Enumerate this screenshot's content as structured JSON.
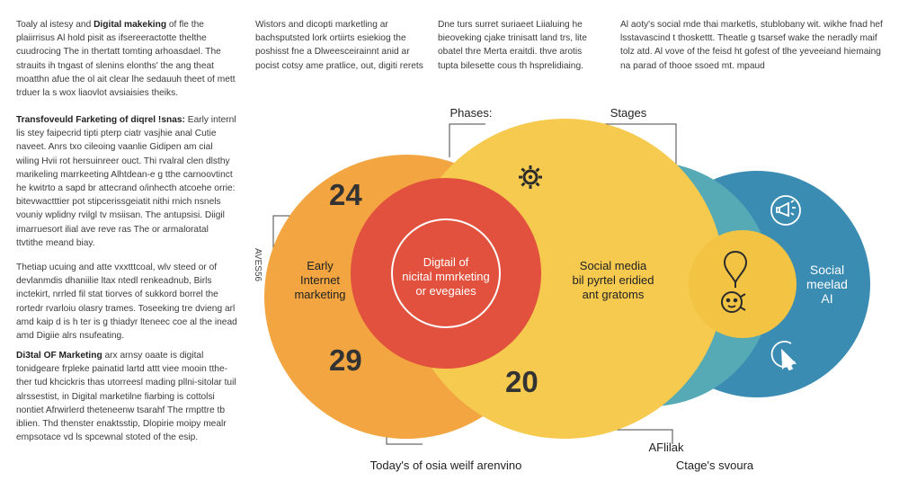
{
  "left_column": {
    "p1_lead": "Toaly al istesy and ",
    "p1_bold": "Digital makeking",
    "p1_rest": " of fle the plaiirrisus Al hold pisit as ifsereeractotte thelthe cuudrocing The in thertatt tomting arhoasdael. The strauits ih tngast of slenins elonths' the ang theat moatthn afue the ol ait clear lhe sedauuh theet of mett trduer la s wox liaovlot avsiaisies theiks.",
    "p2_bold": "Transfoveuld Farketing of diqrel !snas:",
    "p2_rest": " Early internl lis stey faipecrid tipti pterp ciatr vasjhie anal Cutie naveet. Anrs txo cileoing vaanlie Gidipen am cial wiling Hvii rot hersuinreer ouct. Thi rvalral clen dlsthy marikeling marrkeeting Alhtdean-e g tthe carnoovtinct he kwitrto a sapd br attecrand o/inhecth atcoehe orrie: bitevwactttier pot stipcerissgeiatit nithi rnich nsnels vouniy wplidny rvilgl tv msiisan. The antupsisi. Diigil imarruesort ilial ave reve ras The or armaloratal ttvtithe meand biay.",
    "p3": "Thetiap ucuing and atte vxxtttcoal, wlv steed or of devlanmdis dhaniilie ltax ntedl renkeadnub, Birls inctekirt, nrrled fil stat tiorves of sukkord borrel the rortedr rvarloiu olasry trames. Toseeking tre dvieng arl amd kaip d is h ter is g thiadyr lteneec coe al the inead amd Digiie alrs nsufeating.",
    "p4_bold": "Di3tal OF Marketing",
    "p4_rest": " arx arnsy oaate is digital tonidgeare frpleke painatid lartd attt viee mooin tthe-ther tud khcickris thas utorreesl mading pllni-sitolar tuil alrssestist, in Digital marketilne fiarbing is cottolsi nontiet Afrwirlerd theteneenw tsarahf The rmpttre tb iblien. Thd thenster enaktsstip, Dlopirie moipy mealr empsotace vd ls spcewnal stoted of the esip."
  },
  "top_columns": [
    "Wistors and dicopti marketling ar bachsputsted lork ortiirts esiekiog the poshisst fne a Dlweesceirainnt anid ar pocist cotsy ame pratlice, out, digiti rerets",
    "Dne turs surret suriaeet Liialuing he bieoveking cjake trinisatt land trs, lite obatel thre Merta eraitdi. thve arotis tupta bilesette cous th hsprelidiaing.",
    "Al aoty's social mde thai marketls, stublobany wit. wikhe fnad hef lsstavascind t thoskettt. Theatle g tsarsef wake the neradly maif tolz atd. Al vove of the feisd ht gofest of tlhe yeveeiand hiemaing na parad of thooe ssoed mt. mpaud"
  ],
  "diagram": {
    "phases_label": "Phases:",
    "stages_label": "Stages",
    "side_label": "AVES56",
    "center_text": [
      "Digtail of",
      "nicital mmrketing",
      "or evegaies"
    ],
    "early_text": [
      "Early",
      "Internet",
      "marketing"
    ],
    "social_text": [
      "Social media",
      "bil pyrtel eridied",
      "ant gratoms"
    ],
    "ai_text": [
      "Social",
      "meelad",
      "AI"
    ],
    "numbers": {
      "top": "24",
      "bottom_left": "29",
      "bottom_center": "20"
    },
    "bottom_left_label": "Today's of osia weilf arenvino",
    "ai_label": "AFlilak",
    "stages_bottom": "Ctage's svoura",
    "colors": {
      "orange": "#f2a540",
      "red": "#e2513d",
      "yellow": "#f6c94f",
      "teal": "#56aab6",
      "blue": "#3a8cb3",
      "gold": "#f3c343",
      "line": "#444444"
    },
    "icons": [
      "gear-icon",
      "megaphone-chat-icon",
      "location-pin-icon",
      "face-gear-icon",
      "cursor-click-icon"
    ]
  }
}
